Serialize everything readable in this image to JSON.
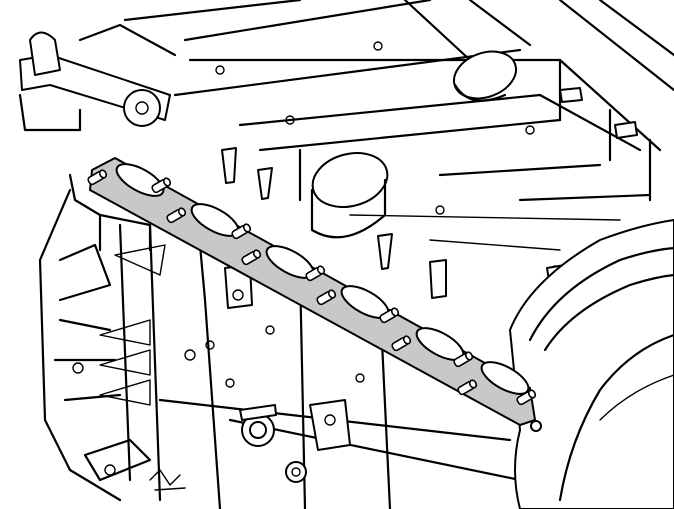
{
  "diagram": {
    "subject": "engine-cylinder-head-exhaust-side",
    "highlight_part": "exhaust-manifold-gasket",
    "colors": {
      "line": "#000000",
      "background": "#ffffff",
      "gasket_fill": "#c8c8c8",
      "port_fill": "#ffffff"
    },
    "port_count": 6,
    "stud_count": 12
  }
}
